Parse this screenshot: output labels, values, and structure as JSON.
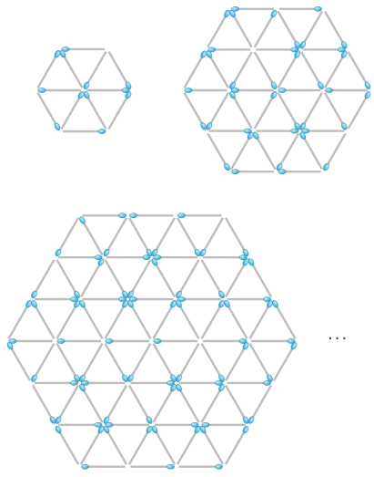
{
  "figure": {
    "patterns": [
      {
        "name": "hexagon-1",
        "rings": 1
      },
      {
        "name": "hexagon-2",
        "rings": 2
      },
      {
        "name": "hexagon-3",
        "rings": 3
      }
    ],
    "continuation": "...",
    "colors": {
      "stick": "#bdbdbd",
      "head": "#5ec3e6",
      "head_edge": "#2e8fb4"
    },
    "icons": {
      "match": "matchstick-icon"
    }
  }
}
